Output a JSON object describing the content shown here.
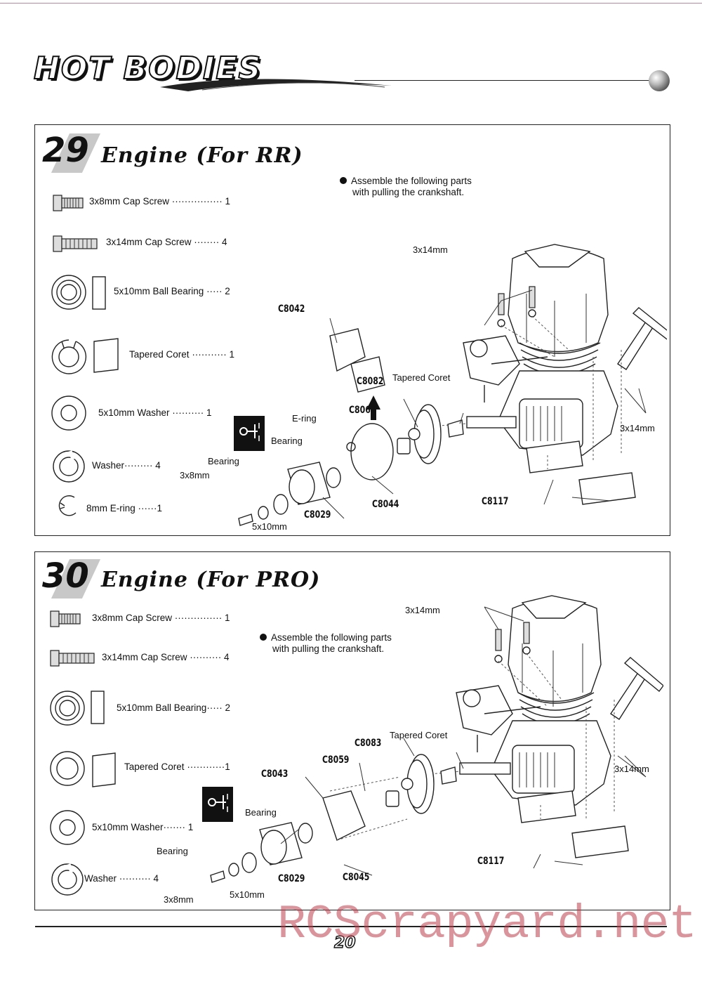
{
  "brand": "HOT BODIES",
  "page_number": "20",
  "watermark": "RCScrapyard.net",
  "step29": {
    "number": "29",
    "title": "Engine (For RR)",
    "note_line1": "Assemble the following parts",
    "note_line2": "with pulling the crankshaft.",
    "parts": [
      {
        "label": "3x8mm Cap Screw",
        "qty": "1"
      },
      {
        "label": "3x14mm Cap Screw",
        "qty": "4"
      },
      {
        "label": "5x10mm Ball Bearing",
        "qty": "2"
      },
      {
        "label": "Tapered Coret",
        "qty": "1"
      },
      {
        "label": "5x10mm  Washer",
        "qty": "1"
      },
      {
        "label": "Washer",
        "qty": "4"
      },
      {
        "label": "8mm E-ring",
        "qty": "1"
      }
    ],
    "callouts": {
      "screw_top": "3x14mm",
      "screw_side": "3x14mm",
      "tapered": "Tapered Coret",
      "ering": "E-ring",
      "bearing1": "Bearing",
      "bearing2": "Bearing",
      "screw_small": "3x8mm",
      "washer": "5x10mm"
    },
    "codes": {
      "c1": "C8042",
      "c2": "C8082",
      "c3": "C8066",
      "c4": "C8029",
      "c5": "C8044",
      "c6": "C8117"
    }
  },
  "step30": {
    "number": "30",
    "title": "Engine (For PRO)",
    "note_line1": "Assemble the following parts",
    "note_line2": "with pulling the crankshaft.",
    "parts": [
      {
        "label": "3x8mm Cap Screw",
        "qty": "1"
      },
      {
        "label": "3x14mm Cap Screw",
        "qty": "4"
      },
      {
        "label": "5x10mm Ball Bearing",
        "qty": "2"
      },
      {
        "label": "Tapered Coret",
        "qty": "1"
      },
      {
        "label": "5x10mm  Washer",
        "qty": "1"
      },
      {
        "label": "Washer",
        "qty": "4"
      }
    ],
    "callouts": {
      "screw_top": "3x14mm",
      "screw_side": "3x14mm",
      "tapered": "Tapered Coret",
      "bearing1": "Bearing",
      "bearing2": "Bearing",
      "screw_small": "3x8mm",
      "washer": "5x10mm"
    },
    "codes": {
      "c1": "C8083",
      "c2": "C8059",
      "c3": "C8043",
      "c4": "C8029",
      "c5": "C8045",
      "c6": "C8117"
    }
  }
}
